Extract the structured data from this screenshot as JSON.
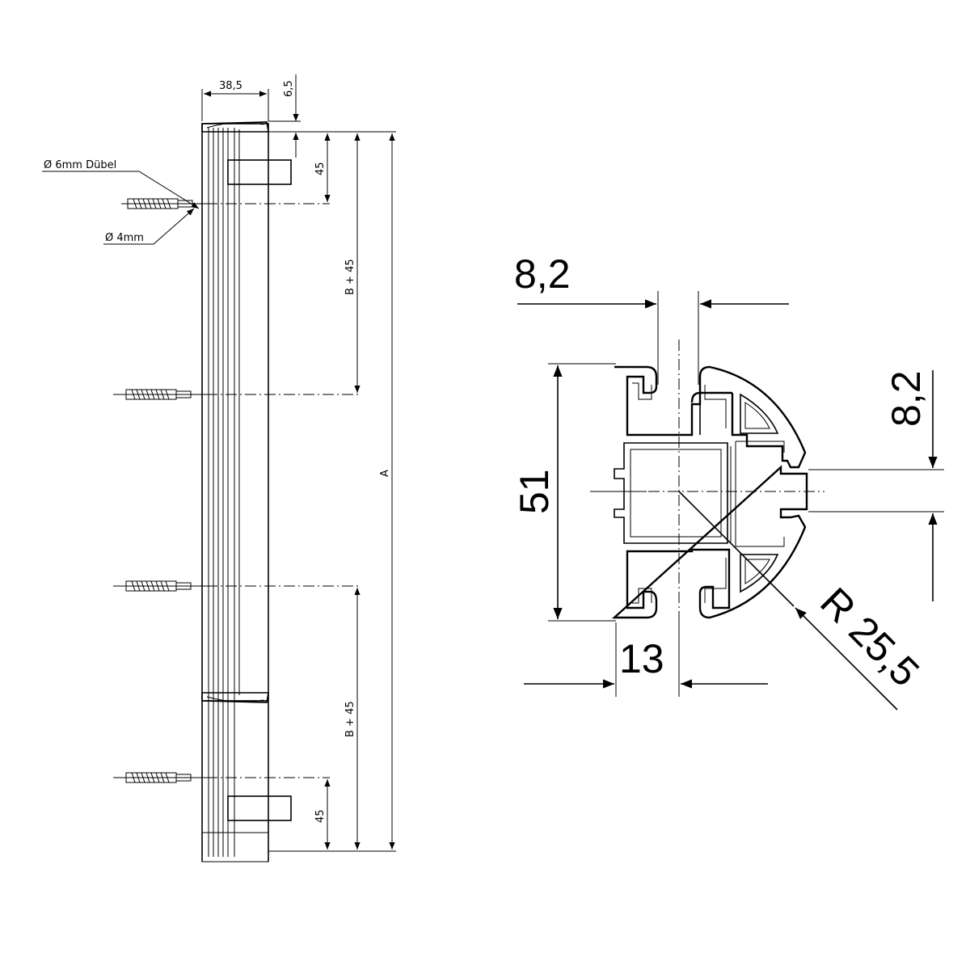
{
  "side_view": {
    "dim_width": "38,5",
    "dim_top_offset": "6,5",
    "dim_top_45": "45",
    "dim_bottom_45": "45",
    "dim_upper_b45": "B + 45",
    "dim_lower_b45": "B + 45",
    "dim_total": "A",
    "label_dowel": "Ø 6mm Dübel",
    "label_screw": "Ø 4mm"
  },
  "section_view": {
    "dim_slot_top": "8,2",
    "dim_slot_right": "8,2",
    "dim_height": "51",
    "dim_offset": "13",
    "dim_radius": "R 25,5"
  }
}
